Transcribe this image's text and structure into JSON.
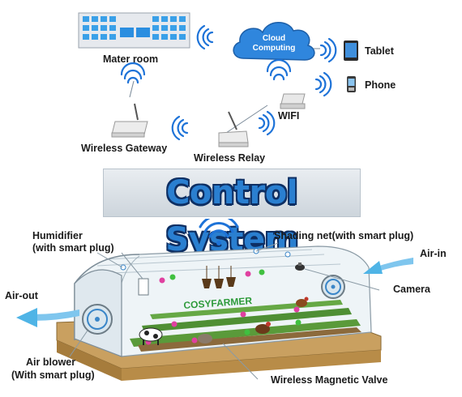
{
  "top_network": {
    "master_room": "Mater room",
    "cloud": {
      "line1": "Cloud",
      "line2": "Computing"
    },
    "tablet": "Tablet",
    "phone": "Phone",
    "wifi": "WIFI",
    "wireless_gateway": "Wireless Gateway",
    "wireless_relay": "Wireless Relay"
  },
  "banner": {
    "title": "Control System"
  },
  "greenhouse": {
    "humidifier_line1": "Humidifier",
    "humidifier_line2": "(with smart plug)",
    "shading_net": "Shading net(with smart plug)",
    "air_in": "Air-in",
    "air_out": "Air-out",
    "camera": "Camera",
    "brand": "COSYFARMER",
    "air_blower_line1": "Air blower",
    "air_blower_line2": "(With smart plug)",
    "magnetic_valve": "Wireless Magnetic Valve"
  },
  "colors": {
    "accent_blue": "#2a7fd0",
    "title_outline": "#0e2f63",
    "wifi_blue": "#1e73d8",
    "air_arrow": "#4fb4e6"
  }
}
